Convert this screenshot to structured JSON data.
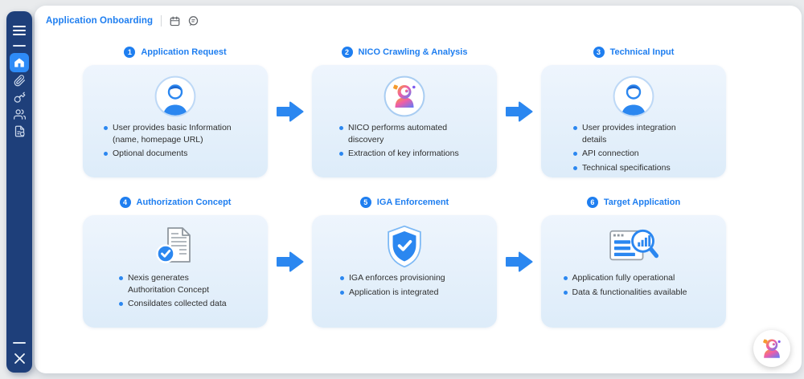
{
  "app": {
    "title": "Application Onboarding"
  },
  "topbar": {
    "icons": [
      "calendar-icon",
      "comment-icon"
    ]
  },
  "sidebar": {
    "icons": [
      "menu-icon",
      "home-icon",
      "paperclip-icon",
      "key-icon",
      "users-icon",
      "records-icon",
      "close-icon"
    ],
    "active_item": "home"
  },
  "flow": {
    "steps": [
      {
        "num": "1",
        "title": "Application Request",
        "icon": "user-icon",
        "bullets": [
          "User provides basic Information (name, homepage URL)",
          "Optional documents"
        ]
      },
      {
        "num": "2",
        "title": "NICO Crawling & Analysis",
        "icon": "nico-robot-icon",
        "bullets": [
          "NICO performs automated discovery",
          "Extraction of key informations"
        ]
      },
      {
        "num": "3",
        "title": "Technical Input",
        "icon": "user-icon",
        "bullets": [
          "User provides integration details",
          "API connection",
          "Technical specifications"
        ]
      },
      {
        "num": "4",
        "title": "Authorization Concept",
        "icon": "document-check-icon",
        "bullets": [
          "Nexis generates Authoritation Concept",
          "Consildates collected data"
        ]
      },
      {
        "num": "5",
        "title": "IGA Enforcement",
        "icon": "shield-check-icon",
        "bullets": [
          "IGA enforces provisioning",
          "Application is integrated"
        ]
      },
      {
        "num": "6",
        "title": "Target Application",
        "icon": "app-analytics-icon",
        "bullets": [
          "Application fully operational",
          "Data & functionalities available"
        ]
      }
    ]
  },
  "launcher": {
    "icon": "nico-robot-icon"
  },
  "colors": {
    "accent_blue": "#1e7ef0",
    "icon_blue": "#2b87f0",
    "sidebar_navy": "#1e3f7a",
    "card_bg_top": "#eef5fd",
    "card_bg_bottom": "#ddecf9",
    "robot_gradient": [
      "#f7a12f",
      "#ef5da8",
      "#5b7cfa"
    ]
  }
}
